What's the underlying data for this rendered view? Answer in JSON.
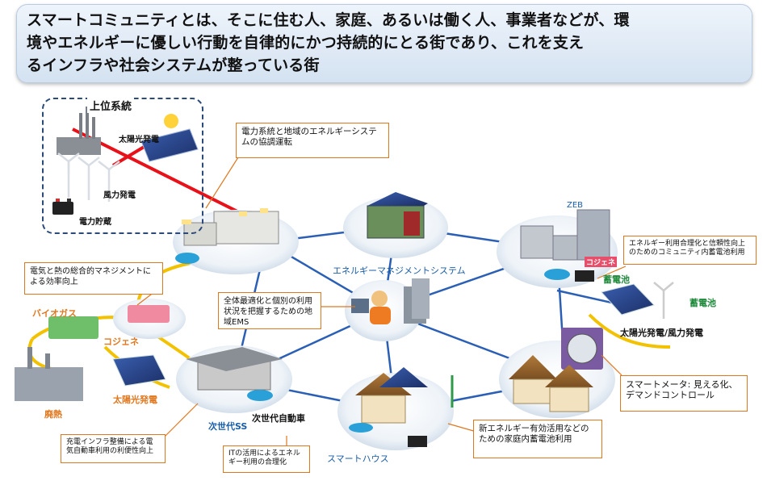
{
  "banner": {
    "line1": "スマートコミュニティとは、そこに住む人、家庭、あるいは働く人、事業者などが、環",
    "line2": "境やエネルギーに優しい行動を自律的にかつ持続的にとる街であり、これを支え",
    "line3": "るインフラや社会システムが整っている街"
  },
  "upper_system": {
    "title": "上位系統",
    "solar_label": "太陽光発電",
    "wind_label": "風力発電",
    "storage_label": "電力貯蔵"
  },
  "callouts": {
    "grid_coordination": "電力系統と地域のエネルギーシステムの協調運転",
    "heat_power": "電気と熱の総合的マネジメントによる効率向上",
    "regional_ems": "全体最適化と個別の利用状況を把握するための地域EMS",
    "zeb_storage": "エネルギー利用合理化と信頼性向上のためのコミュニティ内蓄電池利用",
    "smart_meter": "スマートメータ: 見える化、デマンドコントロール",
    "home_battery": "新エネルギー有効活用などのための家庭内蓄電池利用",
    "charging_infra": "充電インフラ整備による電気自動車利用の利便性向上",
    "it_use": "ITの活用によるエネルギー利用の合理化"
  },
  "labels": {
    "ems": "エネルギーマネジメントシステム",
    "zeb": "ZEB",
    "cogen_small": "コジェネ",
    "storage_zeb": "蓄電池",
    "storage_right": "蓄電池",
    "solar_wind": "太陽光発電/風力発電",
    "biogas": "バイオガス",
    "cogen": "コジェネ",
    "solar_left": "太陽光発電",
    "waste_heat": "廃熱",
    "next_station": "次世代SS",
    "next_car": "次世代自動車",
    "smart_house": "スマートハウス"
  }
}
